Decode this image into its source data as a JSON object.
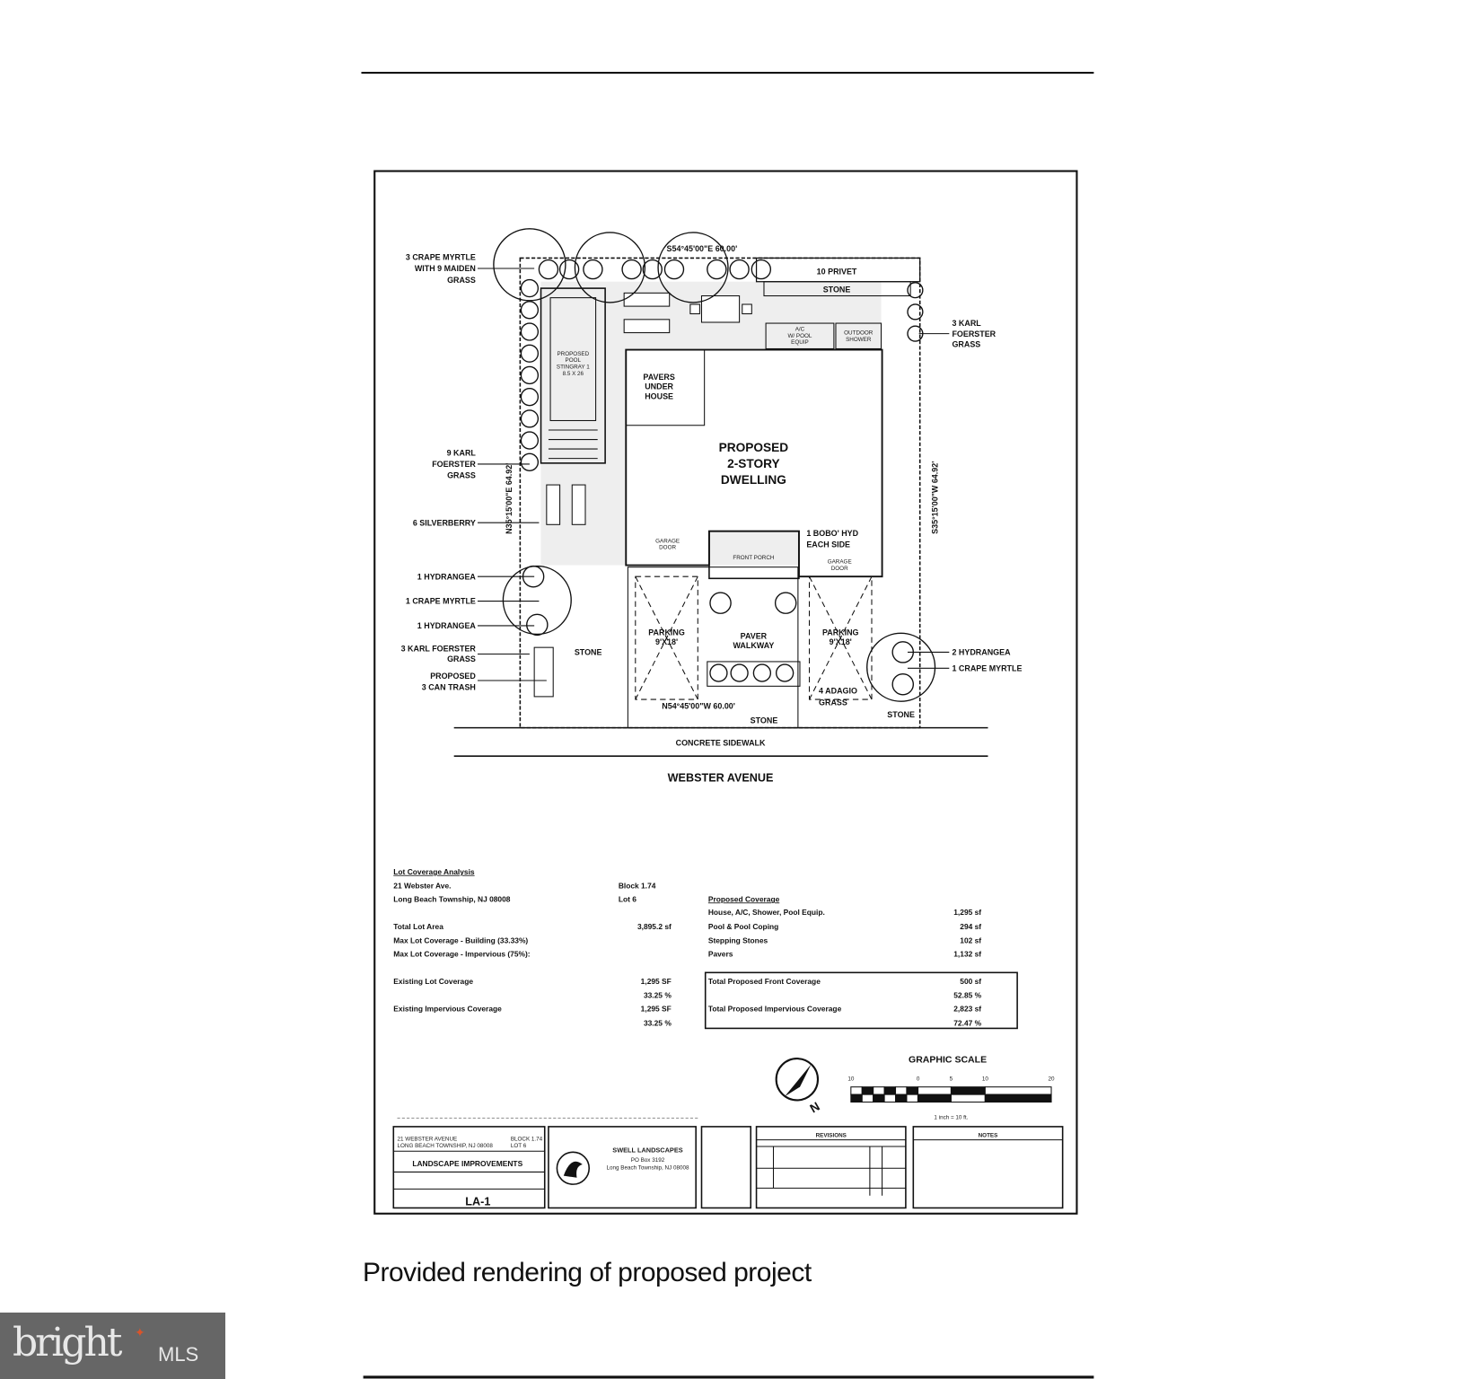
{
  "plan": {
    "bearing_top": "S54°45'00\"E   60.00'",
    "bearing_left": "N35°15'00\"E   64.92'",
    "bearing_right": "S35°15'00\"W   64.92'",
    "bearing_bottom": "N54°45'00\"W   60.00'",
    "house": [
      "PROPOSED",
      "2-STORY",
      "DWELLING"
    ],
    "pavers": [
      "PAVERS",
      "UNDER",
      "HOUSE"
    ],
    "pool": [
      "PROPOSED",
      "POOL",
      "STINGRAY 1",
      "8.5 X 26"
    ],
    "privet": "10 PRIVET",
    "stone": "STONE",
    "ac": [
      "A/C",
      "W/ POOL",
      "EQUIP"
    ],
    "shower": [
      "OUTDOOR",
      "SHOWER"
    ],
    "garage_door": [
      "GARAGE",
      "DOOR"
    ],
    "front_porch": "FRONT PORCH",
    "parking": [
      "PARKING",
      "9'X18'"
    ],
    "paver_walkway": [
      "PAVER",
      "WALKWAY"
    ],
    "sidewalk": "CONCRETE SIDEWALK",
    "street": "WEBSTER AVENUE",
    "labels": {
      "crape_top": [
        "3 CRAPE MYRTLE",
        "WITH 9 MAIDEN",
        "GRASS"
      ],
      "karl_right": [
        "3 KARL",
        "FOERSTER",
        "GRASS"
      ],
      "karl_left": [
        "9 KARL",
        "FOERSTER",
        "GRASS"
      ],
      "silverberry": "6 SILVERBERRY",
      "hydrangea1": "1 HYDRANGEA",
      "crape1": "1 CRAPE MYRTLE",
      "hydrangea2": "1 HYDRANGEA",
      "karl3": [
        "3 KARL FOERSTER",
        "GRASS"
      ],
      "trash": [
        "PROPOSED",
        "3 CAN TRASH"
      ],
      "bobo": [
        "1 BOBO' HYD",
        "EACH SIDE"
      ],
      "hydrangea_right": "2 HYDRANGEA",
      "crape_right": "1 CRAPE MYRTLE",
      "adagio": [
        "4 ADAGIO",
        "GRASS"
      ]
    }
  },
  "coverage": {
    "title": "Lot Coverage Analysis",
    "address1": "21 Webster Ave.",
    "address2": "Long Beach Township, NJ 08008",
    "block": "Block 1.74",
    "lot": "Lot 6",
    "rows": [
      {
        "label": "Total Lot Area",
        "value": "3,895.2 sf"
      },
      {
        "label": "Max Lot Coverage - Building (33.33%)",
        "value": ""
      },
      {
        "label": "Max Lot Coverage - Impervious (75%):",
        "value": ""
      },
      {
        "label": "Existing Lot Coverage",
        "value": "1,295 SF",
        "value2": "33.25 %"
      },
      {
        "label": "Existing Impervious Coverage",
        "value": "1,295 SF",
        "value2": "33.25 %"
      }
    ],
    "proposed_title": "Proposed Coverage",
    "proposed": [
      {
        "label": "House, A/C, Shower, Pool Equip.",
        "value": "1,295 sf"
      },
      {
        "label": "Pool & Pool Coping",
        "value": "294 sf"
      },
      {
        "label": "Stepping Stones",
        "value": "102 sf"
      },
      {
        "label": "Pavers",
        "value": "1,132 sf"
      }
    ],
    "totals": [
      {
        "label": "Total Proposed Front Coverage",
        "value": "500 sf",
        "value2": "52.85 %"
      },
      {
        "label": "Total Proposed Impervious Coverage",
        "value": "2,823 sf",
        "value2": "72.47 %"
      }
    ]
  },
  "scale": {
    "title": "GRAPHIC SCALE",
    "ticks": [
      "10",
      "0",
      "5",
      "10",
      "20"
    ],
    "note": "1 inch = 10 ft."
  },
  "north": "N",
  "titleblock": {
    "project": "LANDSCAPE IMPROVEMENTS",
    "address": "21 WEBSTER AVENUE",
    "township": "LONG BEACH TOWNSHIP, NJ 08008",
    "block": "BLOCK 1.74",
    "lot": "LOT 6",
    "sheet": "LA-1",
    "company": "SWELL LANDSCAPES",
    "company_addr": "PO Box 3192",
    "company_city": "Long Beach Township, NJ 08008",
    "revisions": "REVISIONS",
    "notes": "NOTES"
  },
  "caption": "Provided rendering of proposed project",
  "logo": {
    "brand": "bright",
    "suffix": "MLS"
  }
}
